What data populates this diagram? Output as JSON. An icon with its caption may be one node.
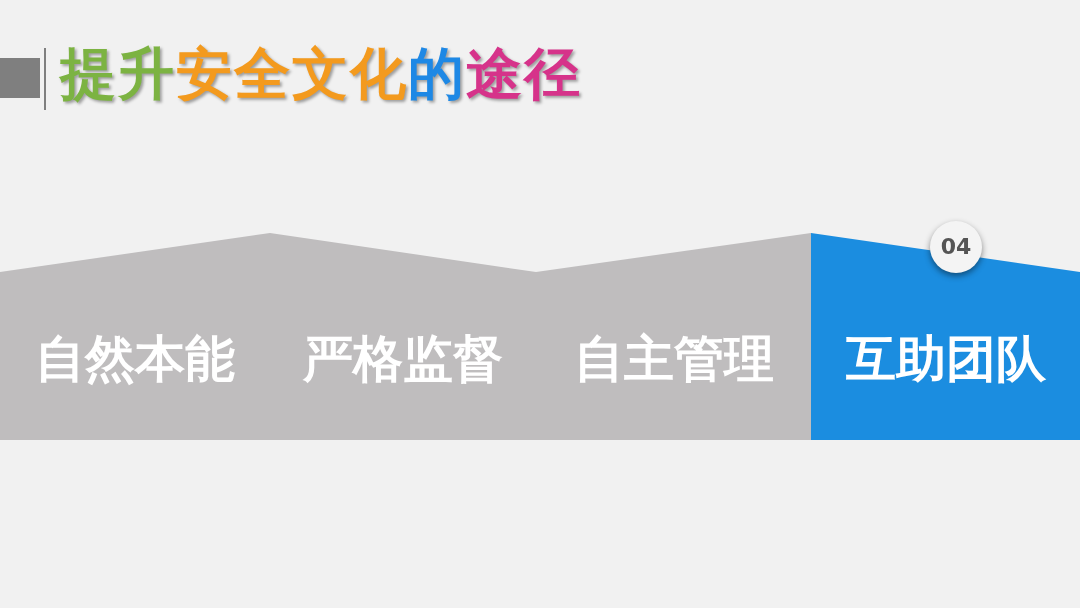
{
  "diagram": {
    "title": "提升安全文化的途径",
    "nodes": [
      {
        "text": [
          "自然本能"
        ]
      },
      {
        "text": [
          "严格监督"
        ]
      },
      {
        "text": [
          "自主管理"
        ]
      },
      {
        "text": [
          "互助团队"
        ]
      },
      {
        "text": [
          "04"
        ]
      }
    ]
  }
}
